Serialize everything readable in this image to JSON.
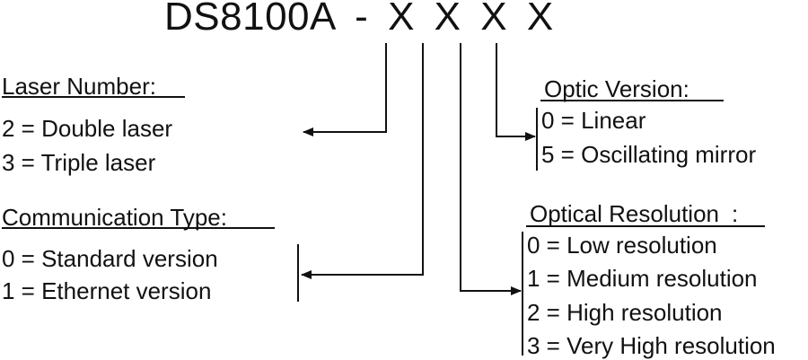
{
  "title": {
    "model": "DS8100A",
    "separator": "-",
    "placeholders": [
      "X",
      "X",
      "X",
      "X"
    ]
  },
  "laser_number": {
    "heading": "Laser Number:",
    "options": [
      "2 = Double laser",
      "3 = Triple laser"
    ]
  },
  "communication_type": {
    "heading": "Communication Type:",
    "options": [
      "0 = Standard version",
      "1 = Ethernet version"
    ]
  },
  "optic_version": {
    "heading": "Optic Version:",
    "options": [
      "0 = Linear",
      "5 = Oscillating mirror"
    ]
  },
  "optical_resolution": {
    "heading": "Optical Resolution",
    "heading_suffix": ":",
    "options": [
      "0 = Low resolution",
      "1 = Medium resolution",
      "2 = High resolution",
      "3 = Very High resolution"
    ]
  }
}
